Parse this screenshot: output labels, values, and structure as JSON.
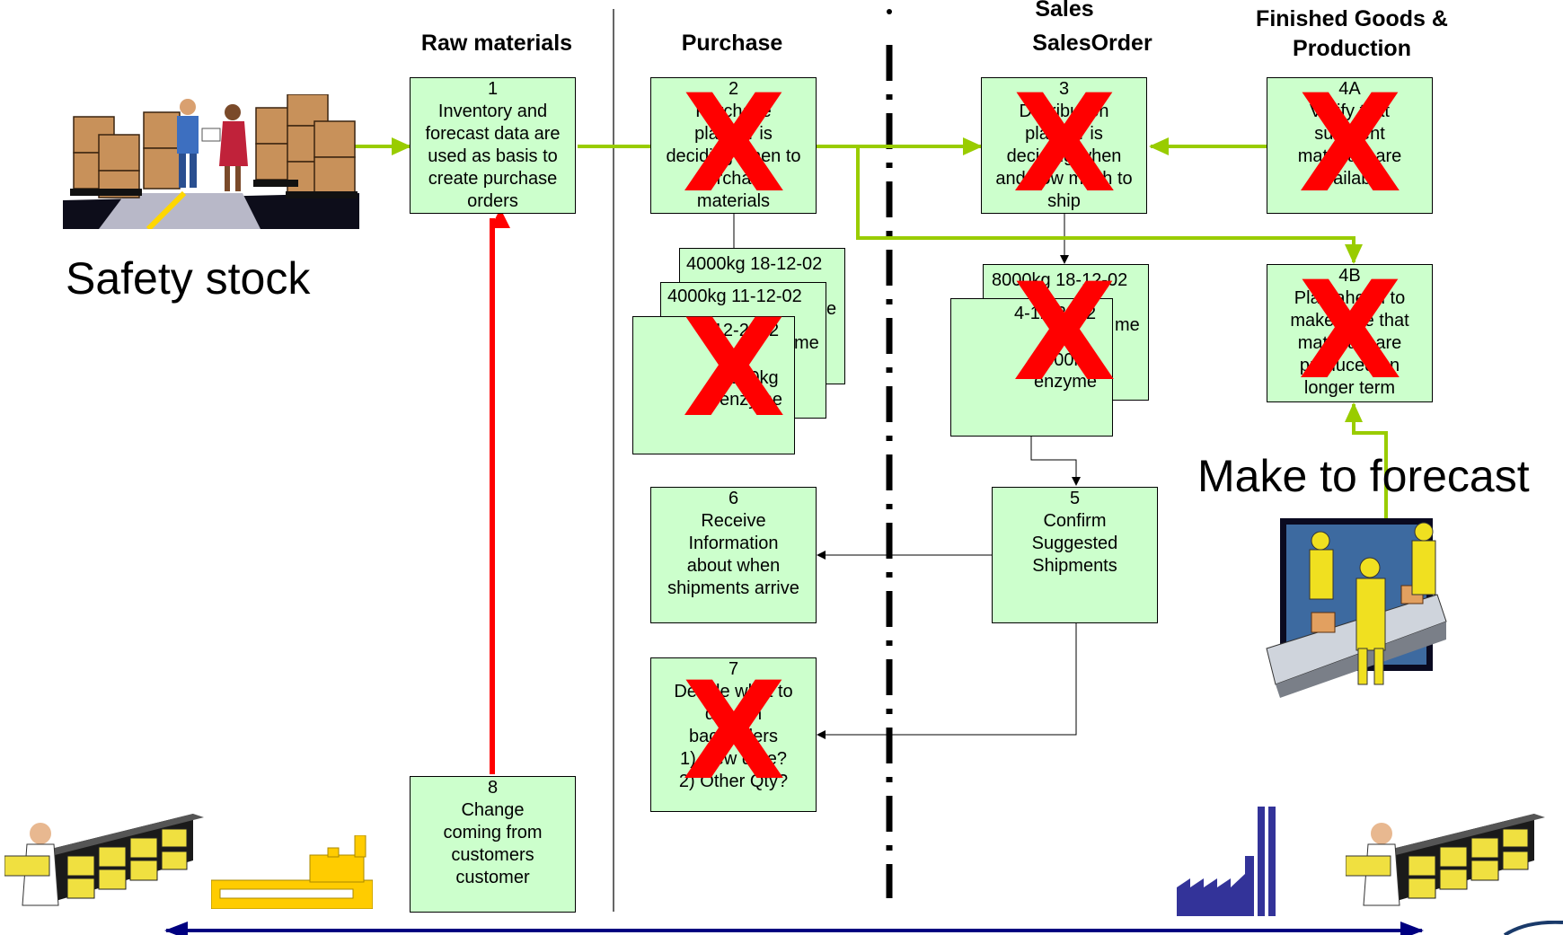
{
  "headers": {
    "raw_materials": "Raw materials",
    "purchase": "Purchase",
    "sales": "Sales",
    "sales_order": "SalesOrder",
    "finished_goods": "Finished Goods &",
    "production": "Production"
  },
  "labels": {
    "safety_stock": "Safety stock",
    "make_to_forecast": "Make to forecast"
  },
  "steps": {
    "s1": {
      "num": "1",
      "text": "Inventory and\nforecast data are\nused as basis to\ncreate purchase\norders"
    },
    "s2": {
      "num": "2",
      "text": "Purchase\nplanner is\ndeciding when to\npurchase\nmaterials"
    },
    "s3": {
      "num": "3",
      "text": "Distribution\nplanner is\ndeciding when\nand how much to\nship"
    },
    "s4a": {
      "num": "4A",
      "text": "Verify that\nsufficient\nmaterials are\navailable"
    },
    "s4b": {
      "num": "4B",
      "text": "Plan ahead to\nmake sure that\nmaterials are\nproduced on\nlonger term"
    },
    "s5": {
      "num": "5",
      "text": "Confirm\nSuggested\nShipments"
    },
    "s6": {
      "num": "6",
      "text": "Receive\nInformation\nabout when\nshipments arrive"
    },
    "s7": {
      "num": "7",
      "text": "Decide what to\ndo with\nbackorders\n1) New date?\n2) Other Qty?"
    },
    "s8": {
      "num": "8",
      "text": "Change\ncoming from\ncustomers\ncustomer"
    }
  },
  "purchase_docs": {
    "d1_line1": "4000kg 18-12-02",
    "d1_line2": "e",
    "d2_line1": "4000kg 11-12-02",
    "d2_line2": "me",
    "d3_line1": "4-12-2002",
    "d3_line2": "4000kg",
    "d3_line3": "enzyme"
  },
  "sales_docs": {
    "d1_line1": "8000kg 18-12-02",
    "d1_line2": "me",
    "d2_line1": "4-12-2002",
    "d2_line2": "8000kg",
    "d2_line3": "enzyme"
  },
  "marks": {
    "cross": "X"
  },
  "colors": {
    "box_fill": "#ccffcc",
    "flow_green": "#99cc00",
    "flow_red": "#ff0000",
    "cross_red": "#ff0000",
    "timeline_navy": "#000080",
    "factory_yellow": "#ffcc00",
    "factory_blue": "#333399"
  },
  "icons": [
    "warehouse-workers-clipart",
    "factory-workers-clipart",
    "scientist-machine-icon",
    "yellow-factory-icon",
    "blue-factory-icon",
    "double-arrow-timeline"
  ]
}
